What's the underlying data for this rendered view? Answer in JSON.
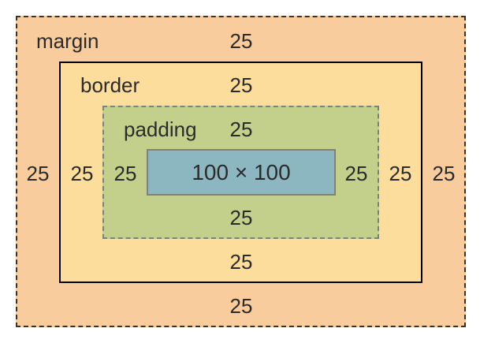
{
  "margin": {
    "label": "margin",
    "top": "25",
    "right": "25",
    "bottom": "25",
    "left": "25"
  },
  "border": {
    "label": "border",
    "top": "25",
    "right": "25",
    "bottom": "25",
    "left": "25"
  },
  "padding": {
    "label": "padding",
    "top": "25",
    "right": "25",
    "bottom": "25",
    "left": "25"
  },
  "content": {
    "label": "100 × 100"
  },
  "colors": {
    "margin": "#f9cc9d",
    "border": "#fddd9b",
    "padding": "#c3d08b",
    "content": "#8cb6c0"
  }
}
